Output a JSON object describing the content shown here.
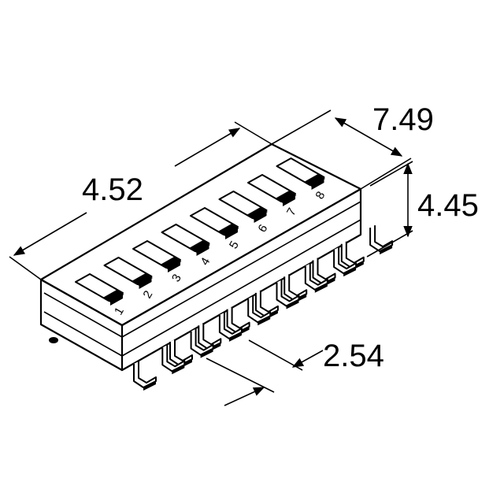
{
  "dimensions": {
    "length": "4.52",
    "width": "7.49",
    "height": "4.45",
    "pitch": "2.54"
  },
  "switch_numbers": [
    "1",
    "2",
    "3",
    "4",
    "5",
    "6",
    "7",
    "8"
  ]
}
